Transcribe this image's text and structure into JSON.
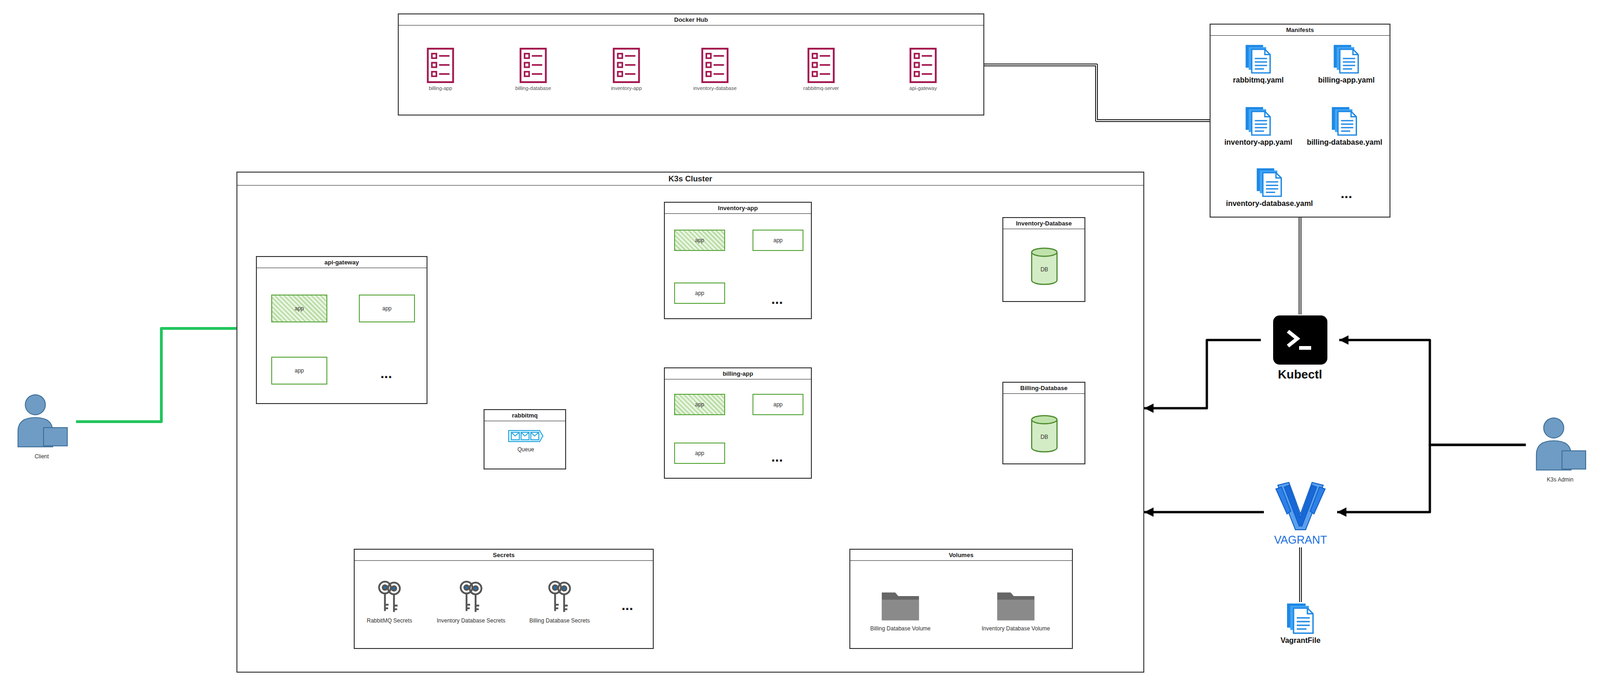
{
  "diagram": {
    "nodes": [
      {
        "text": [
          "Docker Hub"
        ]
      },
      {
        "text": [
          "billing-app"
        ],
        "in": 0
      },
      {
        "text": [
          "billing-database"
        ],
        "in": 0
      },
      {
        "text": [
          "inventory-app"
        ],
        "in": 0
      },
      {
        "text": [
          "inventory-database"
        ],
        "in": 0
      },
      {
        "text": [
          "rabbitmq-server"
        ],
        "in": 0
      },
      {
        "text": [
          "api-gateway"
        ],
        "in": 0
      },
      {
        "text": [
          "Manifests"
        ]
      },
      {
        "text": [
          "rabbitmq.yaml"
        ],
        "in": 7
      },
      {
        "text": [
          "billing-app.yaml"
        ],
        "in": 7
      },
      {
        "text": [
          "inventory-app.yaml"
        ],
        "in": 7
      },
      {
        "text": [
          "billing-database.yaml"
        ],
        "in": 7
      },
      {
        "text": [
          "inventory-database.yaml"
        ],
        "in": 7
      },
      {
        "text": [
          "K3s Cluster"
        ]
      },
      {
        "text": [
          "api-gateway"
        ],
        "in": 13
      },
      {
        "text": [
          "app"
        ],
        "in": 14
      },
      {
        "text": [
          "app"
        ],
        "in": 14
      },
      {
        "text": [
          "app"
        ],
        "in": 14
      },
      {
        "text": [
          "Inventory-app"
        ],
        "in": 13
      },
      {
        "text": [
          "app"
        ],
        "in": 18
      },
      {
        "text": [
          "app"
        ],
        "in": 18
      },
      {
        "text": [
          "app"
        ],
        "in": 18
      },
      {
        "text": [
          "rabbitmq"
        ],
        "in": 13
      },
      {
        "text": [
          "Queue"
        ],
        "in": 22
      },
      {
        "text": [
          "billing-app"
        ],
        "in": 13
      },
      {
        "text": [
          "app"
        ],
        "in": 24
      },
      {
        "text": [
          "app"
        ],
        "in": 24
      },
      {
        "text": [
          "app"
        ],
        "in": 24
      },
      {
        "text": [
          "Inventory-Database"
        ],
        "in": 13
      },
      {
        "text": [
          "DB"
        ],
        "in": 28
      },
      {
        "text": [
          "Billing-Database"
        ],
        "in": 13
      },
      {
        "text": [
          "DB"
        ],
        "in": 30
      },
      {
        "text": [
          "Secrets"
        ],
        "in": 13
      },
      {
        "text": [
          "RabbitMQ Secrets"
        ],
        "in": 32
      },
      {
        "text": [
          "Inventory Database Secrets"
        ],
        "in": 32
      },
      {
        "text": [
          "Billing Database Secrets"
        ],
        "in": 32
      },
      {
        "text": [
          "Volumes"
        ],
        "in": 13
      },
      {
        "text": [
          "Billing Database Volume"
        ],
        "in": 36
      },
      {
        "text": [
          "Inventory Database Volume"
        ],
        "in": 36
      },
      {
        "text": [
          "Client"
        ]
      },
      {
        "text": [
          "Kubectl"
        ]
      },
      {
        "text": [
          "VAGRANT"
        ]
      },
      {
        "text": [
          "VagrantFile"
        ]
      },
      {
        "text": [
          "K3s Admin"
        ]
      }
    ],
    "edges": [
      {
        "from": 39,
        "to": 14,
        "arrow": "to"
      },
      {
        "from": 14,
        "to": 18,
        "arrow": "to"
      },
      {
        "from": 14,
        "to": 24,
        "arrow": "to"
      },
      {
        "from": 14,
        "to": 22,
        "arrow": "to"
      },
      {
        "from": 22,
        "to": 24,
        "arrow": "to"
      },
      {
        "from": 18,
        "to": 28,
        "arrow": "to"
      },
      {
        "from": 24,
        "to": 30,
        "arrow": "to"
      },
      {
        "from": 30,
        "to": 36,
        "arrow": "none"
      },
      {
        "from": 28,
        "to": 36,
        "arrow": "none"
      },
      {
        "from": 0,
        "to": 7,
        "arrow": "none"
      },
      {
        "from": 7,
        "to": 40,
        "arrow": "none"
      },
      {
        "from": 40,
        "to": 13,
        "arrow": "to"
      },
      {
        "from": 41,
        "to": 13,
        "arrow": "to"
      },
      {
        "from": 43,
        "to": 40,
        "arrow": "to"
      },
      {
        "from": 43,
        "to": 41,
        "arrow": "to"
      },
      {
        "from": 42,
        "to": 41,
        "arrow": "none"
      }
    ],
    "labels": [
      "...",
      "...",
      "...",
      "...",
      "..."
    ]
  }
}
